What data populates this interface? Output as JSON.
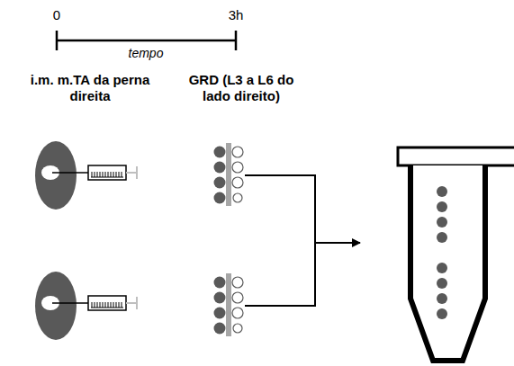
{
  "diagram": {
    "labels": [
      "0",
      "3h",
      "tempo",
      "i.m. m.TA da perna direita",
      "GRD (L3 a L6 do lado direito)"
    ]
  }
}
